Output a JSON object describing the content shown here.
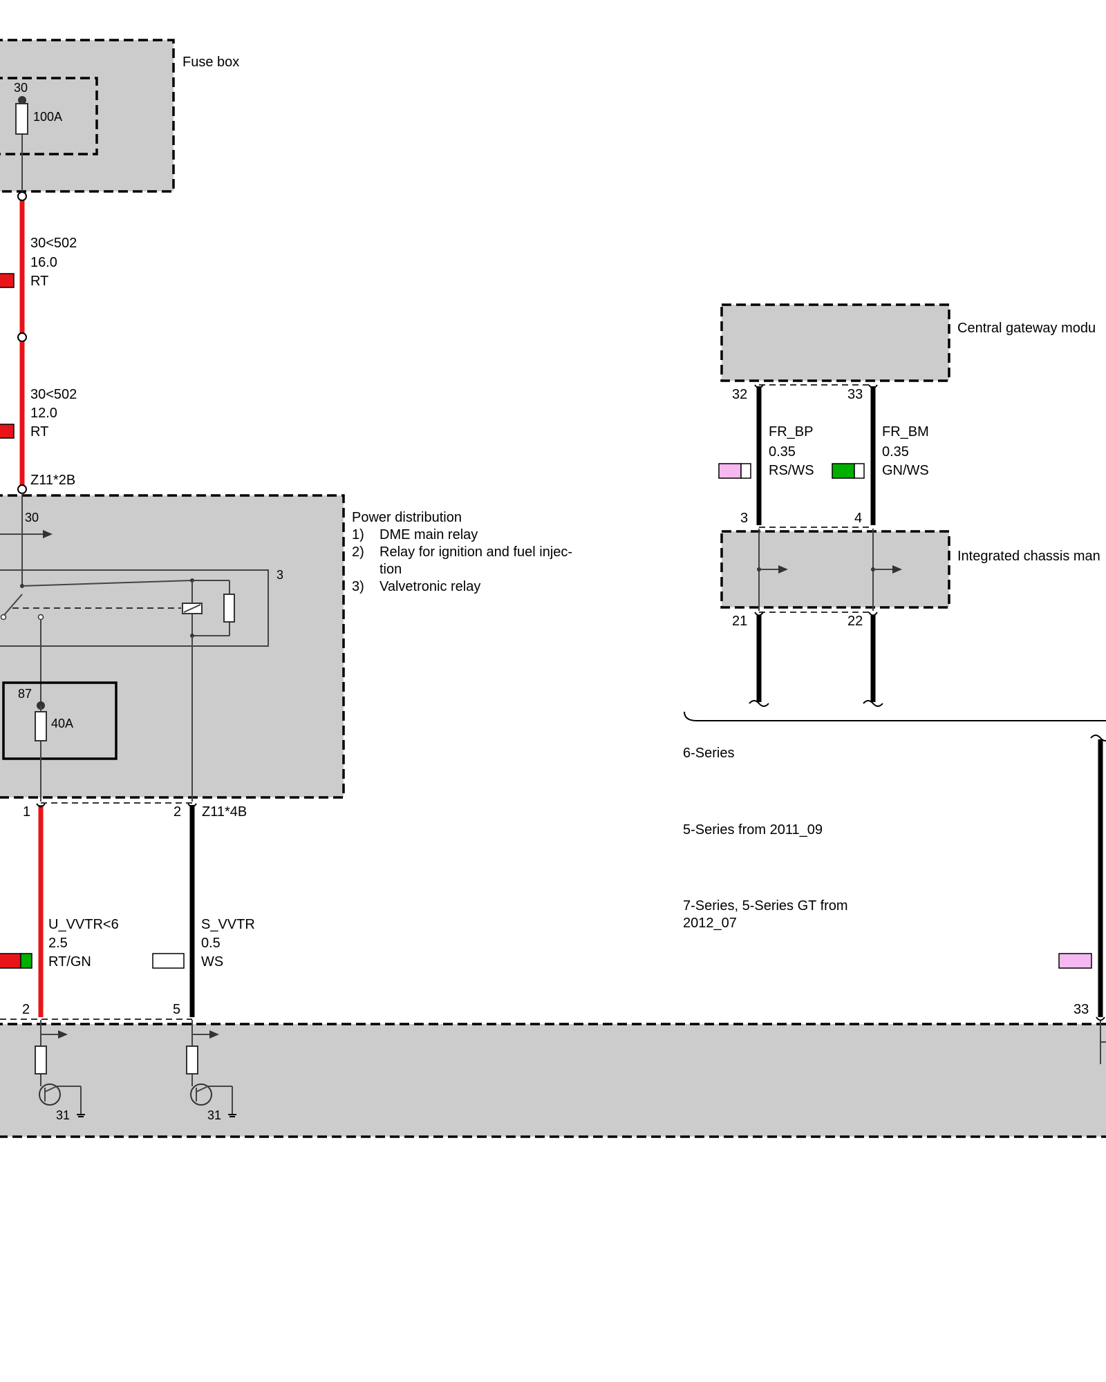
{
  "modules": {
    "fuse_box": {
      "label": "Fuse box",
      "pin": "30",
      "fuse": "100A"
    },
    "power_distribution": {
      "label": "Power distribution",
      "items": [
        {
          "num": "1)",
          "text": "DME main relay"
        },
        {
          "num": "2)",
          "text": "Relay for ignition and fuel injec-"
        },
        {
          "num": "",
          "text": "tion"
        },
        {
          "num": "3)",
          "text": "Valvetronic relay"
        }
      ],
      "pin_in": "30",
      "relay_ref": "3",
      "fuse_pin": "87",
      "fuse": "40A"
    },
    "central_gateway": {
      "label": "Central gateway modu"
    },
    "integrated_chassis": {
      "label": "Integrated chassis man"
    }
  },
  "connectors": {
    "z11_2b": "Z11*2B",
    "z11_4b": "Z11*4B"
  },
  "wires": {
    "w1": {
      "name": "30<502",
      "size": "16.0",
      "color": "RT"
    },
    "w2": {
      "name": "30<502",
      "size": "12.0",
      "color": "RT"
    },
    "u_vvtr": {
      "name": "U_VVTR<6",
      "size": "2.5",
      "color": "RT/GN"
    },
    "s_vvtr": {
      "name": "S_VVTR",
      "size": "0.5",
      "color": "WS"
    },
    "fr_bp": {
      "name": "FR_BP",
      "size": "0.35",
      "color": "RS/WS"
    },
    "fr_bm": {
      "name": "FR_BM",
      "size": "0.35",
      "color": "GN/WS"
    }
  },
  "pins": {
    "pd_out1": "1",
    "pd_out2": "2",
    "bottom_2": "2",
    "bottom_5": "5",
    "bottom_31a": "31",
    "bottom_31b": "31",
    "bottom_33": "33",
    "gw_32": "32",
    "gw_33": "33",
    "icm_3": "3",
    "icm_4": "4",
    "icm_21": "21",
    "icm_22": "22"
  },
  "variants": [
    "6-Series",
    "5-Series from 2011_09",
    "7-Series, 5-Series GT from",
    "2012_07"
  ],
  "colors": {
    "module_fill": "#cccccc",
    "wire_red": "#e8141a",
    "wire_green": "#00b000",
    "wire_pink": "#f5b8f0",
    "wire_black": "#000000"
  }
}
